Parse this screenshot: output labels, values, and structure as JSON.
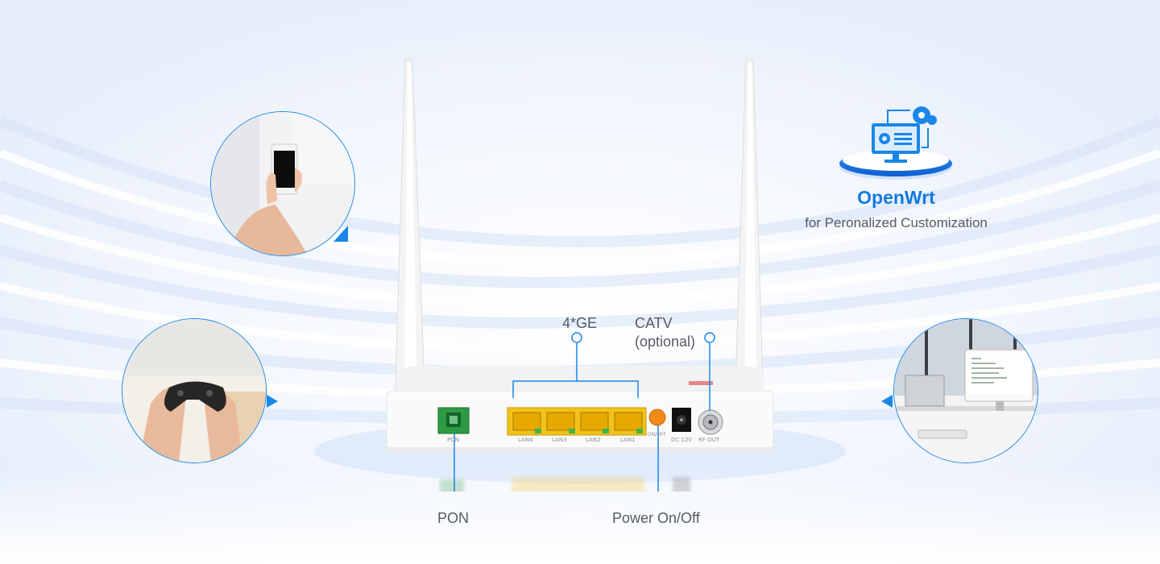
{
  "colors": {
    "accent": "#1a86e8",
    "text": "#555b63",
    "title": "#1279e0",
    "ethernet": "#f2c21a",
    "pon": "#2e9a43",
    "power_button": "#f08a1a"
  },
  "labels": {
    "ge": "4*GE",
    "catv_line1": "CATV",
    "catv_line2": "(optional)",
    "pon": "PON",
    "power": "Power On/Off"
  },
  "openwrt": {
    "icon": "monitor-gear-icon",
    "title": "OpenWrt",
    "subtitle": "for Peronalized Customization"
  },
  "router": {
    "ports": {
      "pon": "PON",
      "lan4": "LAN4",
      "lan3": "LAN3",
      "lan2": "LAN2",
      "lan1": "LAN1",
      "onoff": "ON/OFF",
      "dc": "DC 12V",
      "rf": "RF OUT"
    }
  },
  "scenes": {
    "phone": "phone-in-hand-photo",
    "gaming": "game-controller-photo",
    "desktop": "desktop-computer-photo"
  }
}
